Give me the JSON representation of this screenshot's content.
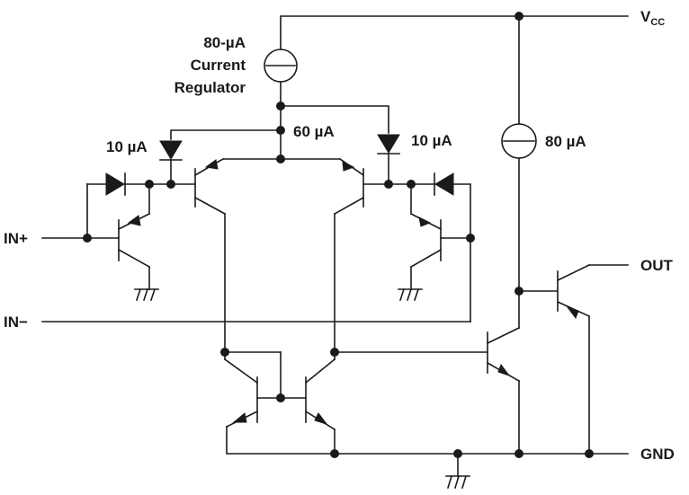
{
  "labels": {
    "vcc": "V",
    "vcc_sub": "CC",
    "regulator_current": "80-µA",
    "regulator_line2": "Current",
    "regulator_line3": "Regulator",
    "bias_current": "60 µA",
    "left_diode_current": "10 µA",
    "right_diode_current": "10 µA",
    "output_source_current": "80 µA",
    "in_plus": "IN+",
    "in_minus": "IN−",
    "out": "OUT",
    "gnd": "GND"
  },
  "colors": {
    "ink": "#1a1a1a",
    "background": "#ffffff"
  },
  "icons": [
    "current-source-icon",
    "diode-icon",
    "pnp-transistor-icon",
    "npn-transistor-icon",
    "ground-icon",
    "junction-dot-icon"
  ]
}
